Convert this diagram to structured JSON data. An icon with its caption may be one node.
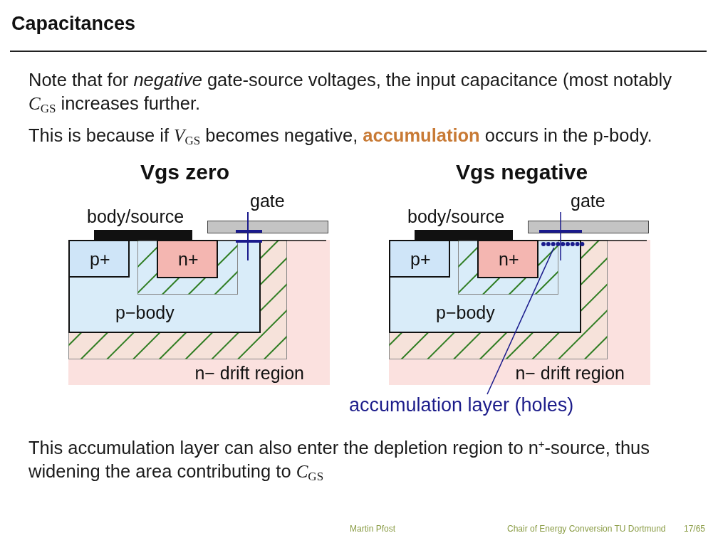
{
  "diagram": {
    "nodes": [
      {
        "text": [
          "body/source"
        ]
      },
      {
        "text": [
          "gate"
        ]
      },
      {
        "text": [
          "n− drift region"
        ]
      },
      {
        "text": [
          "p−body"
        ],
        "in": 2
      },
      {
        "text": [
          "p+"
        ],
        "in": 3
      },
      {
        "text": [
          "n+"
        ],
        "in": 3
      },
      {
        "text": [
          "body/source"
        ]
      },
      {
        "text": [
          "gate"
        ]
      },
      {
        "text": [
          "n− drift region"
        ]
      },
      {
        "text": [
          "p−body"
        ],
        "in": 8
      },
      {
        "text": [
          "p+"
        ],
        "in": 9
      },
      {
        "text": [
          "n+"
        ],
        "in": 9
      },
      {
        "text": [],
        "shape": "bar",
        "in": 9
      },
      {
        "text": [
          "accumulation layer (holes)"
        ]
      }
    ],
    "edges": [
      {
        "from": 13,
        "to": 12,
        "arrow": "none"
      }
    ],
    "labels": [
      "Capacitances",
      "Note that for *negative* gate-source voltages, the input capacitance (most notably *C*$_{GS}$ increases further.",
      "This is because if *V*$_{GS}$ becomes negative, **accumulation** occurs in the p-body.",
      "Vgs zero",
      "Vgs negative",
      "This accumulation layer can also enter the depletion region to n$^{+}$-source, thus widening the area contributing to *C*$_{GS}$",
      "Martin Pfost",
      "Chair of Energy Conversion TU Dortmund",
      "17/65"
    ]
  }
}
